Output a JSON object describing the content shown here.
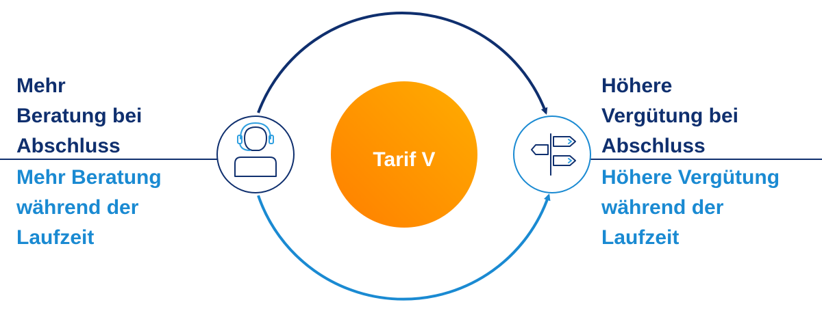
{
  "center": {
    "label": "Tarif V",
    "gradient_start": "#ff7f00",
    "gradient_end": "#ffad00"
  },
  "left": {
    "icon": "headset-person-icon",
    "top_lines": [
      "Mehr",
      "Beratung bei",
      "Abschluss"
    ],
    "bottom_lines": [
      "Mehr Beratung",
      "während der",
      "Laufzeit"
    ]
  },
  "right": {
    "icon": "signpost-icon",
    "top_lines": [
      "Höhere",
      "Vergütung bei",
      "Abschluss"
    ],
    "bottom_lines": [
      "Höhere Vergütung",
      "während der",
      "Laufzeit"
    ]
  },
  "colors": {
    "dark_blue": "#0f2f6e",
    "light_blue": "#1a8ad2",
    "icon_accent": "#2f9fe0",
    "white": "#ffffff"
  }
}
